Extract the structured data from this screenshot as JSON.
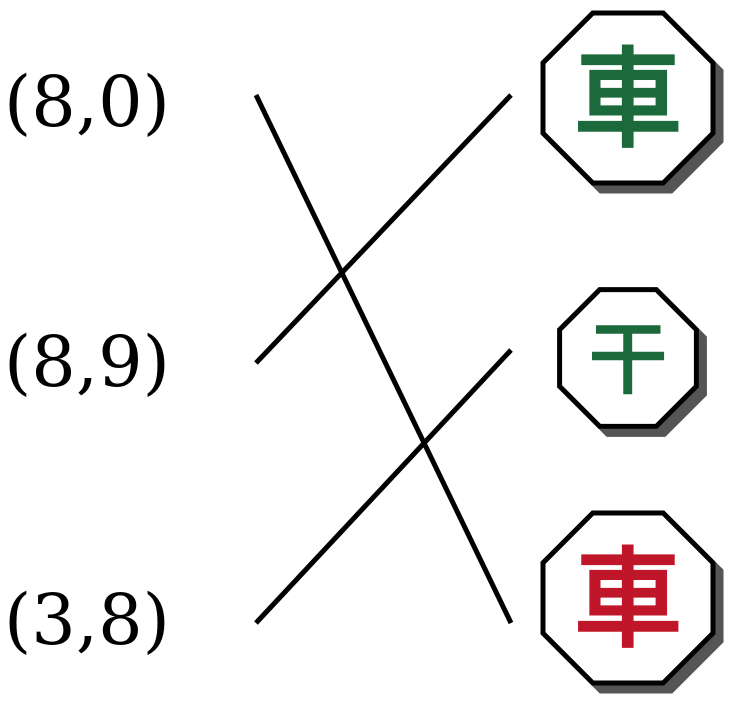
{
  "colors": {
    "background": "#ffffff",
    "line": "#000000",
    "piece_fill": "#ffffff",
    "piece_border": "#000000",
    "piece_shadow": "#666666",
    "green": "#1e6b3a",
    "red": "#c0192c"
  },
  "coordinates": [
    {
      "label": "(8,0)"
    },
    {
      "label": "(8,9)"
    },
    {
      "label": "(3,8)"
    }
  ],
  "pieces": [
    {
      "char": "車",
      "color": "green",
      "size": "large"
    },
    {
      "char": "干",
      "color": "green",
      "size": "small"
    },
    {
      "char": "車",
      "color": "red",
      "size": "large"
    }
  ],
  "connections": [
    {
      "from": 0,
      "to": 2
    },
    {
      "from": 1,
      "to": 0
    },
    {
      "from": 2,
      "to": 1
    }
  ]
}
